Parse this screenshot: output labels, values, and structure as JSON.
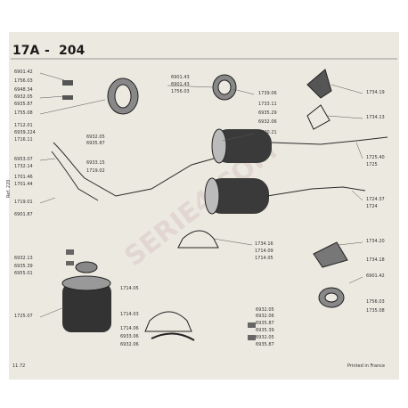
{
  "header": {
    "title": "17A",
    "dash": "-",
    "model": "204"
  },
  "side_note": "Ref. 220",
  "footer": {
    "date": "11.72",
    "printed": "Printed in France"
  },
  "watermark": "SERIE4.COM",
  "labels_left": [
    "6901.42",
    "1756.03",
    "6948.34",
    "6932.05",
    "6935.87",
    "1755.08",
    "1712.01",
    "6939.224",
    "1716.11",
    "6953.07",
    "1732.14",
    "1701.46",
    "1701.44",
    "1719.01",
    "6901.87"
  ],
  "labels_center_top": [
    "6901.43",
    "6901.43",
    "1756.03"
  ],
  "labels_mid": [
    "6933.15",
    "1719.02",
    "6932.05",
    "6935.87"
  ],
  "labels_mid_right": [
    "1739.06",
    "1733.11",
    "6935.29",
    "6932.06",
    "1730.21"
  ],
  "labels_right": [
    "1734.19",
    "1734.13",
    "1725.40",
    "1725",
    "1724.37",
    "1724"
  ],
  "labels_center_low": [
    "1734.16",
    "1714.09",
    "1714.05"
  ],
  "labels_right_low": [
    "1734.20",
    "1734.18",
    "6901.42",
    "1756.03",
    "1735.08"
  ],
  "labels_left_low": [
    "6932.13",
    "6935.39",
    "6955.01",
    "1725.07"
  ],
  "labels_bottom_center": [
    "1714.05",
    "1714.03",
    "1714.06",
    "6933.06",
    "6932.06"
  ],
  "labels_bottom_right": [
    "6932.05",
    "6932.06",
    "6935.87",
    "6935.39",
    "6932.05",
    "6935.87"
  ]
}
